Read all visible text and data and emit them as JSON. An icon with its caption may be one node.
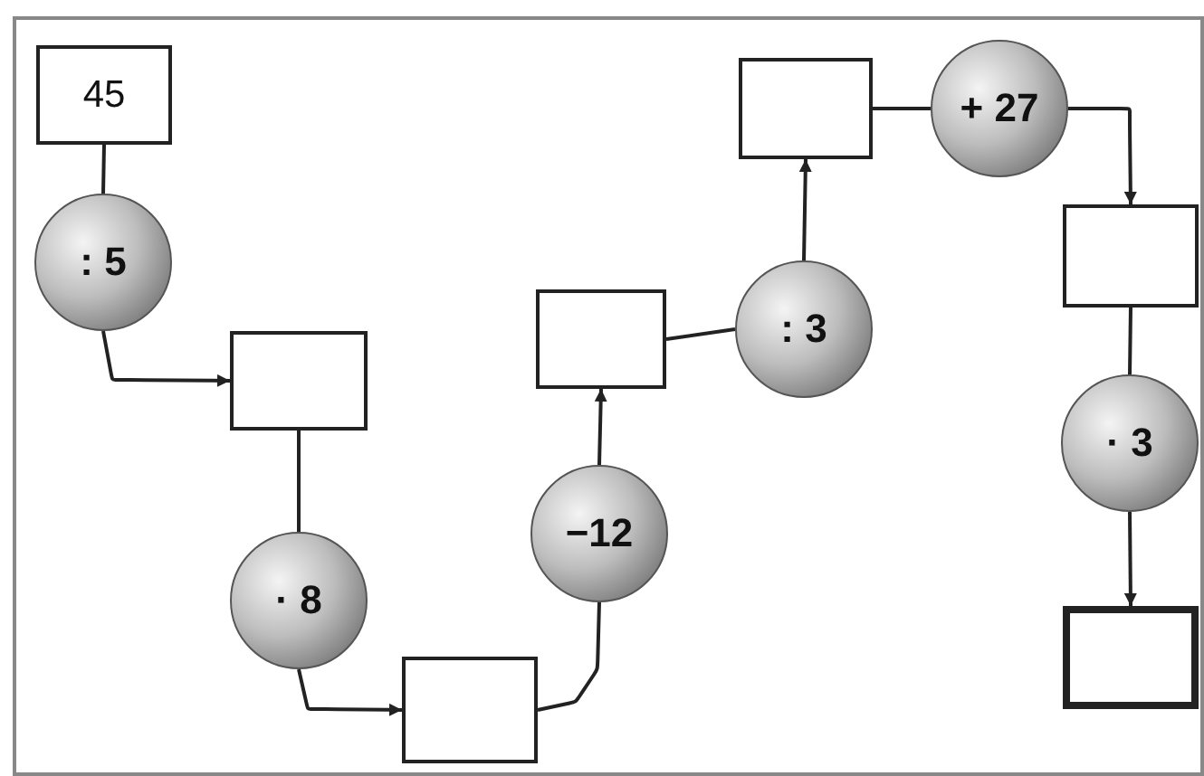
{
  "diagram": {
    "nodes": [
      {
        "text": [
          "45"
        ]
      },
      {
        "text": [
          ": 5"
        ]
      },
      {
        "text": [],
        "shape": "box"
      },
      {
        "text": [
          "· 8"
        ]
      },
      {
        "text": [],
        "shape": "box"
      },
      {
        "text": [
          "−12"
        ]
      },
      {
        "text": [],
        "shape": "box"
      },
      {
        "text": [
          ": 3"
        ]
      },
      {
        "text": [],
        "shape": "box"
      },
      {
        "text": [
          "+ 27"
        ]
      },
      {
        "text": [],
        "shape": "box"
      },
      {
        "text": [
          "· 3"
        ]
      },
      {
        "text": [],
        "shape": "box"
      }
    ],
    "edges": [
      {
        "from": 0,
        "to": 1,
        "arrow": "none"
      },
      {
        "from": 1,
        "to": 2,
        "arrow": "to"
      },
      {
        "from": 2,
        "to": 3,
        "arrow": "none"
      },
      {
        "from": 3,
        "to": 4,
        "arrow": "to"
      },
      {
        "from": 4,
        "to": 5,
        "arrow": "none"
      },
      {
        "from": 5,
        "to": 6,
        "arrow": "to"
      },
      {
        "from": 6,
        "to": 7,
        "arrow": "none"
      },
      {
        "from": 7,
        "to": 8,
        "arrow": "to"
      },
      {
        "from": 8,
        "to": 9,
        "arrow": "none"
      },
      {
        "from": 9,
        "to": 10,
        "arrow": "to"
      },
      {
        "from": 10,
        "to": 11,
        "arrow": "none"
      },
      {
        "from": 11,
        "to": 12,
        "arrow": "to"
      }
    ]
  }
}
